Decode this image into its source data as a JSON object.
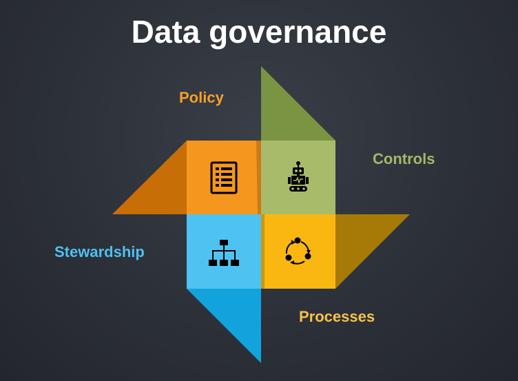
{
  "title": "Data governance",
  "quadrants": {
    "policy": {
      "label": "Policy",
      "icon": "document-list-icon",
      "color": "#f5961e",
      "shadow": "#c86e07",
      "label_color": "#f5a02a"
    },
    "controls": {
      "label": "Controls",
      "icon": "robot-icon",
      "color": "#a8bb6b",
      "shadow": "#7a9443",
      "label_color": "#a2b86a"
    },
    "stewardship": {
      "label": "Stewardship",
      "icon": "org-chart-icon",
      "color": "#4ec3f2",
      "shadow": "#13a3dc",
      "label_color": "#4ec0f0"
    },
    "processes": {
      "label": "Processes",
      "icon": "cycle-arrows-icon",
      "color": "#fab712",
      "shadow": "#a67a06",
      "label_color": "#f8c249"
    }
  }
}
